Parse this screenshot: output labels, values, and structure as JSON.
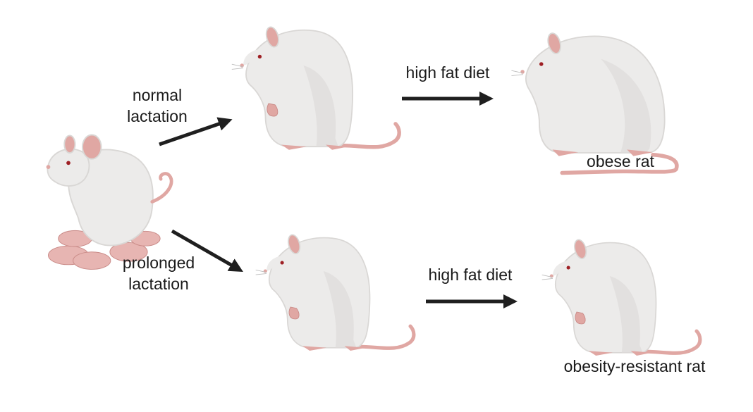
{
  "labels": {
    "normal_lactation": [
      "normal",
      "lactation"
    ],
    "prolonged_lactation": [
      "prolonged",
      "lactation"
    ],
    "high_fat_diet_top": "high fat diet",
    "high_fat_diet_bottom": "high fat diet",
    "obese_rat": "obese rat",
    "obesity_resistant_rat": "obesity-resistant rat"
  },
  "colors": {
    "fur": "#ecebea",
    "fur_shade": "#d9d7d5",
    "skin": "#e0a7a3",
    "skin_dark": "#c98a87",
    "pup": "#e7b5b2",
    "eye": "#9e1f24",
    "arrow": "#1f1f1f"
  }
}
